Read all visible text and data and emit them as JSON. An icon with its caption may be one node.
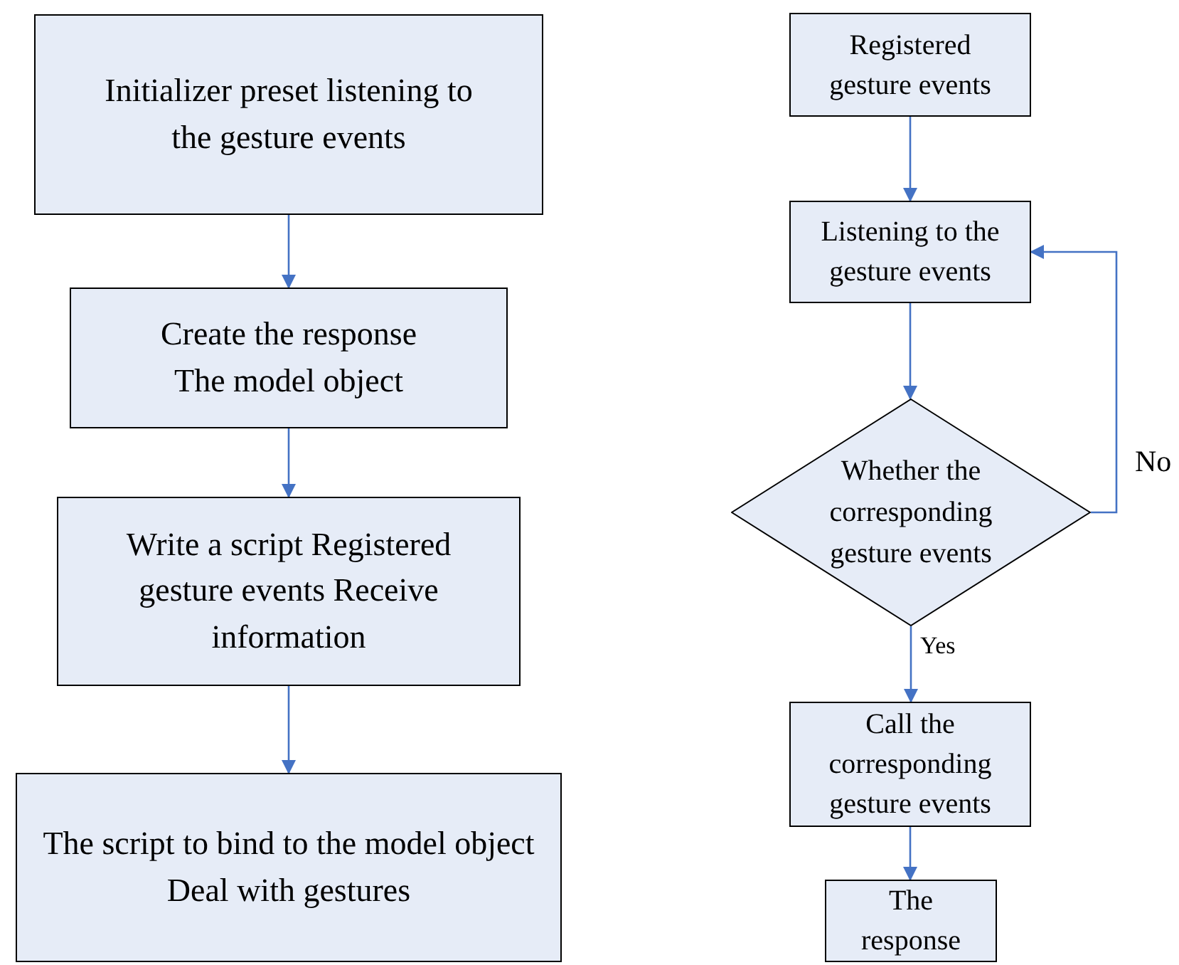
{
  "diagram": {
    "nodes": [
      {
        "text": [
          "Initializer preset listening to the gesture events"
        ]
      },
      {
        "text": [
          "Create the response The model object"
        ]
      },
      {
        "text": [
          "Write a script Registered gesture events Receive information"
        ]
      },
      {
        "text": [
          "The script to bind to the model object Deal with gestures"
        ]
      },
      {
        "text": [
          "Registered gesture events"
        ]
      },
      {
        "text": [
          "Listening to the gesture events"
        ]
      },
      {
        "text": [
          "Whether the corresponding gesture events"
        ]
      },
      {
        "text": [
          "Call the corresponding gesture events"
        ]
      },
      {
        "text": [
          "The response"
        ]
      }
    ],
    "edges": [
      {
        "from": 0,
        "to": 1,
        "arrow": "to"
      },
      {
        "from": 1,
        "to": 2,
        "arrow": "to"
      },
      {
        "from": 2,
        "to": 3,
        "arrow": "to"
      },
      {
        "from": 4,
        "to": 5,
        "arrow": "to"
      },
      {
        "from": 5,
        "to": 6,
        "arrow": "to"
      },
      {
        "from": 6,
        "to": 7,
        "arrow": "to",
        "label": "Yes"
      },
      {
        "from": 7,
        "to": 8,
        "arrow": "to"
      },
      {
        "from": 6,
        "to": 5,
        "arrow": "to",
        "label": "No"
      }
    ]
  }
}
